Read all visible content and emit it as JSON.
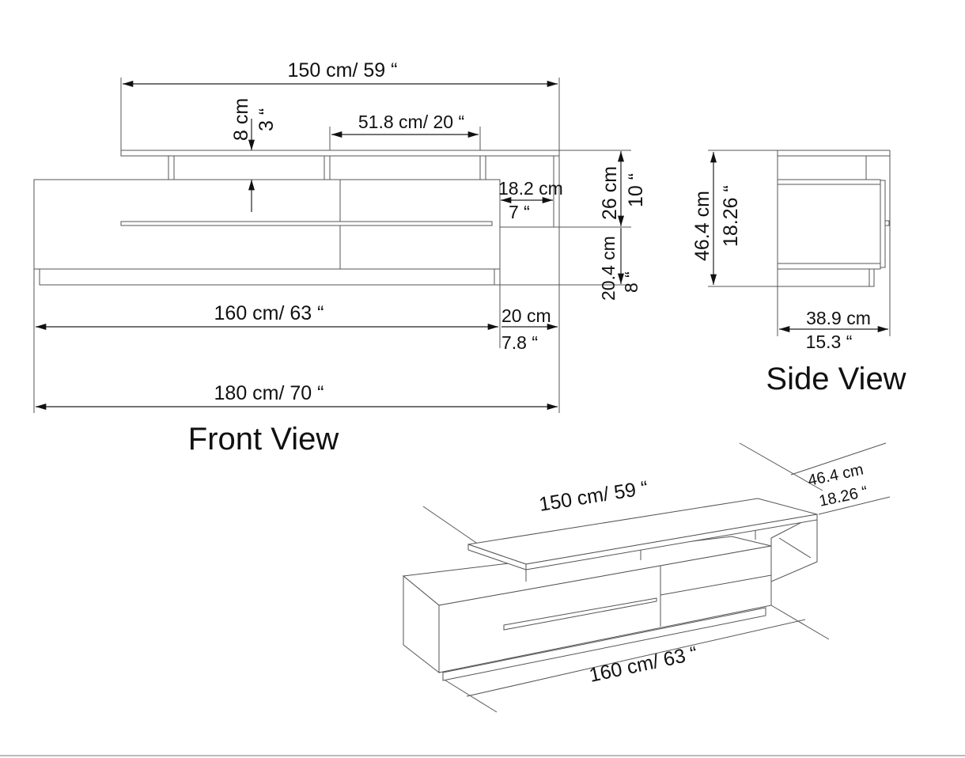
{
  "front_view": {
    "title": "Front View",
    "top_width": "150 cm/ 59 “",
    "shelf_gap_cm": "8 cm",
    "shelf_gap_in": "3 “",
    "support_spacing": "51.8 cm/ 20 “",
    "side_recess_cm": "18.2 cm",
    "side_recess_in": "7 “",
    "upper_height_cm": "26 cm",
    "upper_height_in": "10 “",
    "lower_height_cm": "20.4 cm",
    "lower_height_in": "8 “",
    "body_width": "160 cm/ 63 “",
    "extension_cm": "20 cm",
    "extension_in": "7.8 “",
    "total_width": "180 cm/ 70 “"
  },
  "side_view": {
    "title": "Side View",
    "height_cm": "46.4 cm",
    "height_in": "18.26 “",
    "depth_cm": "38.9 cm",
    "depth_in": "15.3 “"
  },
  "iso_view": {
    "top_width": "150 cm/ 59 “",
    "height_cm": "46.4 cm",
    "height_in": "18.26 “",
    "body_width": "160 cm/ 63 “"
  },
  "colors": {
    "line": "#555555",
    "text": "#111111"
  }
}
